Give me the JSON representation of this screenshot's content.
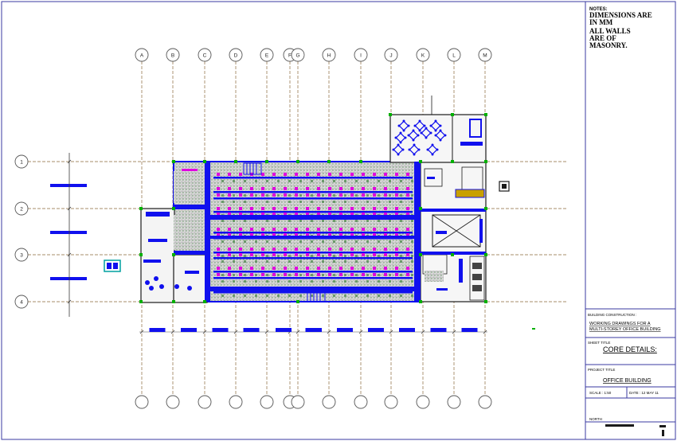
{
  "grid": {
    "columns": [
      "A",
      "B",
      "C",
      "D",
      "E",
      "F",
      "G",
      "H",
      "I",
      "J",
      "K",
      "L",
      "M"
    ],
    "rows": [
      "1",
      "2",
      "3",
      "4"
    ]
  },
  "title_block": {
    "notes_label": "NOTES:",
    "notes_text": [
      "DIMENSIONS ARE",
      "IN MM",
      "ALL WALLS",
      "ARE OF",
      "MASONRY."
    ],
    "construction_label": "BUILDING CONSTRUCTION :",
    "construction_text": [
      "WORKING DRAWINGS FOR A",
      "MULTI-STOREY OFFICE BUILDING"
    ],
    "sheet_title_label": "SHEET TITLE",
    "sheet_title": "CORE DETAILS:",
    "project_label": "PROJECT TITLE",
    "project_title": "OFFICE BUILDING",
    "scale_label": "SCALE : 1:50",
    "date_label": "DATE : 12 MAY 11",
    "north_label": "NORTH"
  },
  "colors": {
    "wall": "#1010ee",
    "magenta": "#e000e0",
    "green": "#00b000",
    "grid_line": "#8a6a3a",
    "bubble": "#555555",
    "border": "#3a3aa0"
  }
}
